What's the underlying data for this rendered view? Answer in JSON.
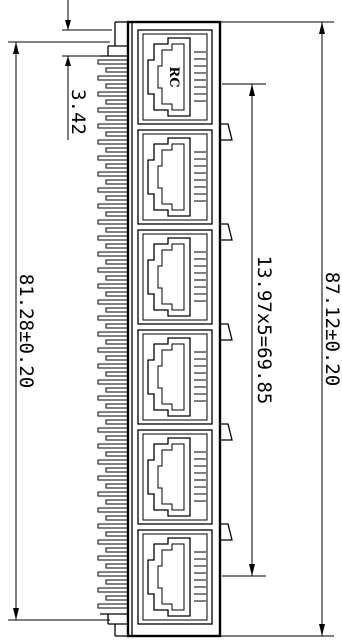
{
  "dimensions": {
    "overall_width": "87.12±0.20",
    "port_span": "81.28±0.20",
    "port_pitch": "13.97x5=69.85",
    "tab_offset": "3.42"
  },
  "logo": {
    "text": "RC"
  },
  "ports": [
    {
      "has_logo": true
    },
    {
      "has_logo": false
    },
    {
      "has_logo": false
    },
    {
      "has_logo": false
    },
    {
      "has_logo": false
    },
    {
      "has_logo": false
    }
  ],
  "line_color": "#000000",
  "background_color": "#ffffff"
}
